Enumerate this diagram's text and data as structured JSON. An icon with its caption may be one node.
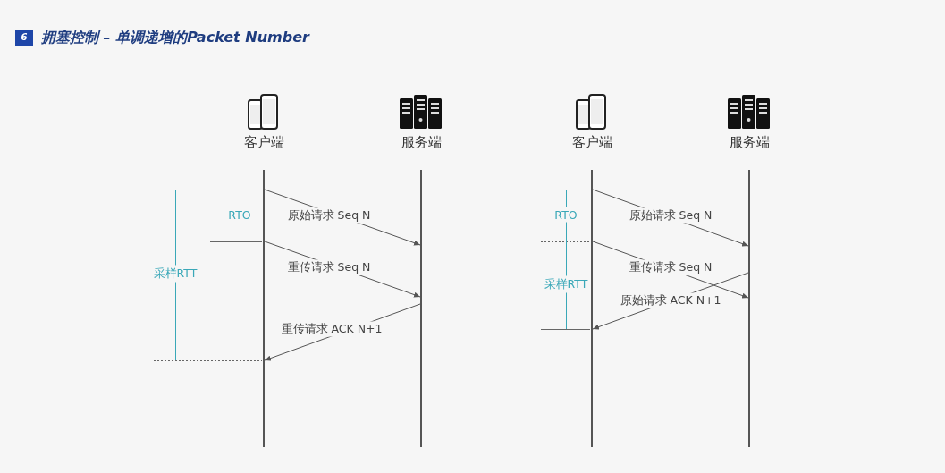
{
  "diagram": {
    "title": "拥塞控制 – 单调递增的Packet Number",
    "nodes": [
      {
        "text": [
          "客户端"
        ]
      },
      {
        "text": [
          "服务端"
        ]
      },
      {
        "text": [],
        "shape": "bar"
      },
      {
        "text": [],
        "shape": "bar"
      },
      {
        "text": [
          "客户端"
        ]
      },
      {
        "text": [
          "服务端"
        ]
      },
      {
        "text": [],
        "shape": "bar"
      },
      {
        "text": [],
        "shape": "bar"
      }
    ],
    "edges": [
      {
        "from": 2,
        "to": 3,
        "arrow": "to",
        "label": "原始请求 Seq N"
      },
      {
        "from": 2,
        "to": 3,
        "arrow": "to",
        "label": "重传请求 Seq N"
      },
      {
        "from": 3,
        "to": 2,
        "arrow": "to",
        "label": "重传请求 ACK N+1"
      },
      {
        "from": 6,
        "to": 7,
        "arrow": "to",
        "label": "原始请求 Seq N"
      },
      {
        "from": 6,
        "to": 7,
        "arrow": "to",
        "label": "重传请求 Seq N"
      },
      {
        "from": 7,
        "to": 6,
        "arrow": "to",
        "label": "原始请求 ACK N+1"
      }
    ],
    "labels": [
      "6",
      "RTO",
      "采样RTT",
      "RTO",
      "采样RTT"
    ]
  }
}
